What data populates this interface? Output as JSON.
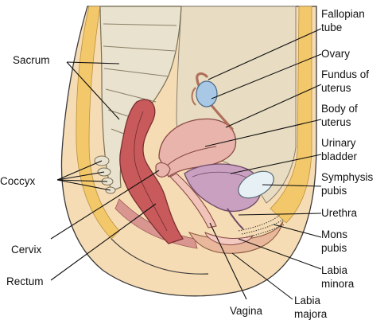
{
  "labels": {
    "sacrum": "Sacrum",
    "coccyx": "Coccyx",
    "cervix": "Cervix",
    "rectum": "Rectum",
    "vagina": "Vagina",
    "fallopian_tube": [
      "Fallopian",
      "tube"
    ],
    "ovary": "Ovary",
    "fundus_of_uterus": [
      "Fundus of",
      "uterus"
    ],
    "body_of_uterus": [
      "Body of",
      "uterus"
    ],
    "urinary_bladder": [
      "Urinary",
      "bladder"
    ],
    "symphysis_pubis": [
      "Symphysis",
      "pubis"
    ],
    "urethra": "Urethra",
    "mons_pubis": [
      "Mons",
      "pubis"
    ],
    "labia_minora": [
      "Labia",
      "minora"
    ],
    "labia_majora": [
      "Labia",
      "majora"
    ]
  },
  "colors": {
    "skin": "#f6dcb4",
    "skin_dark": "#e9c08f",
    "fat": "#f3c86a",
    "abdomen": "#e8dcc2",
    "bone": "#e9e2cf",
    "muscle": "#c86a6a",
    "rectum": "#c85a5c",
    "uterus": "#e8b4ac",
    "bladder": "#c9a0c0",
    "ovary": "#a9c8e6",
    "pubis": "#e7f0f5"
  }
}
